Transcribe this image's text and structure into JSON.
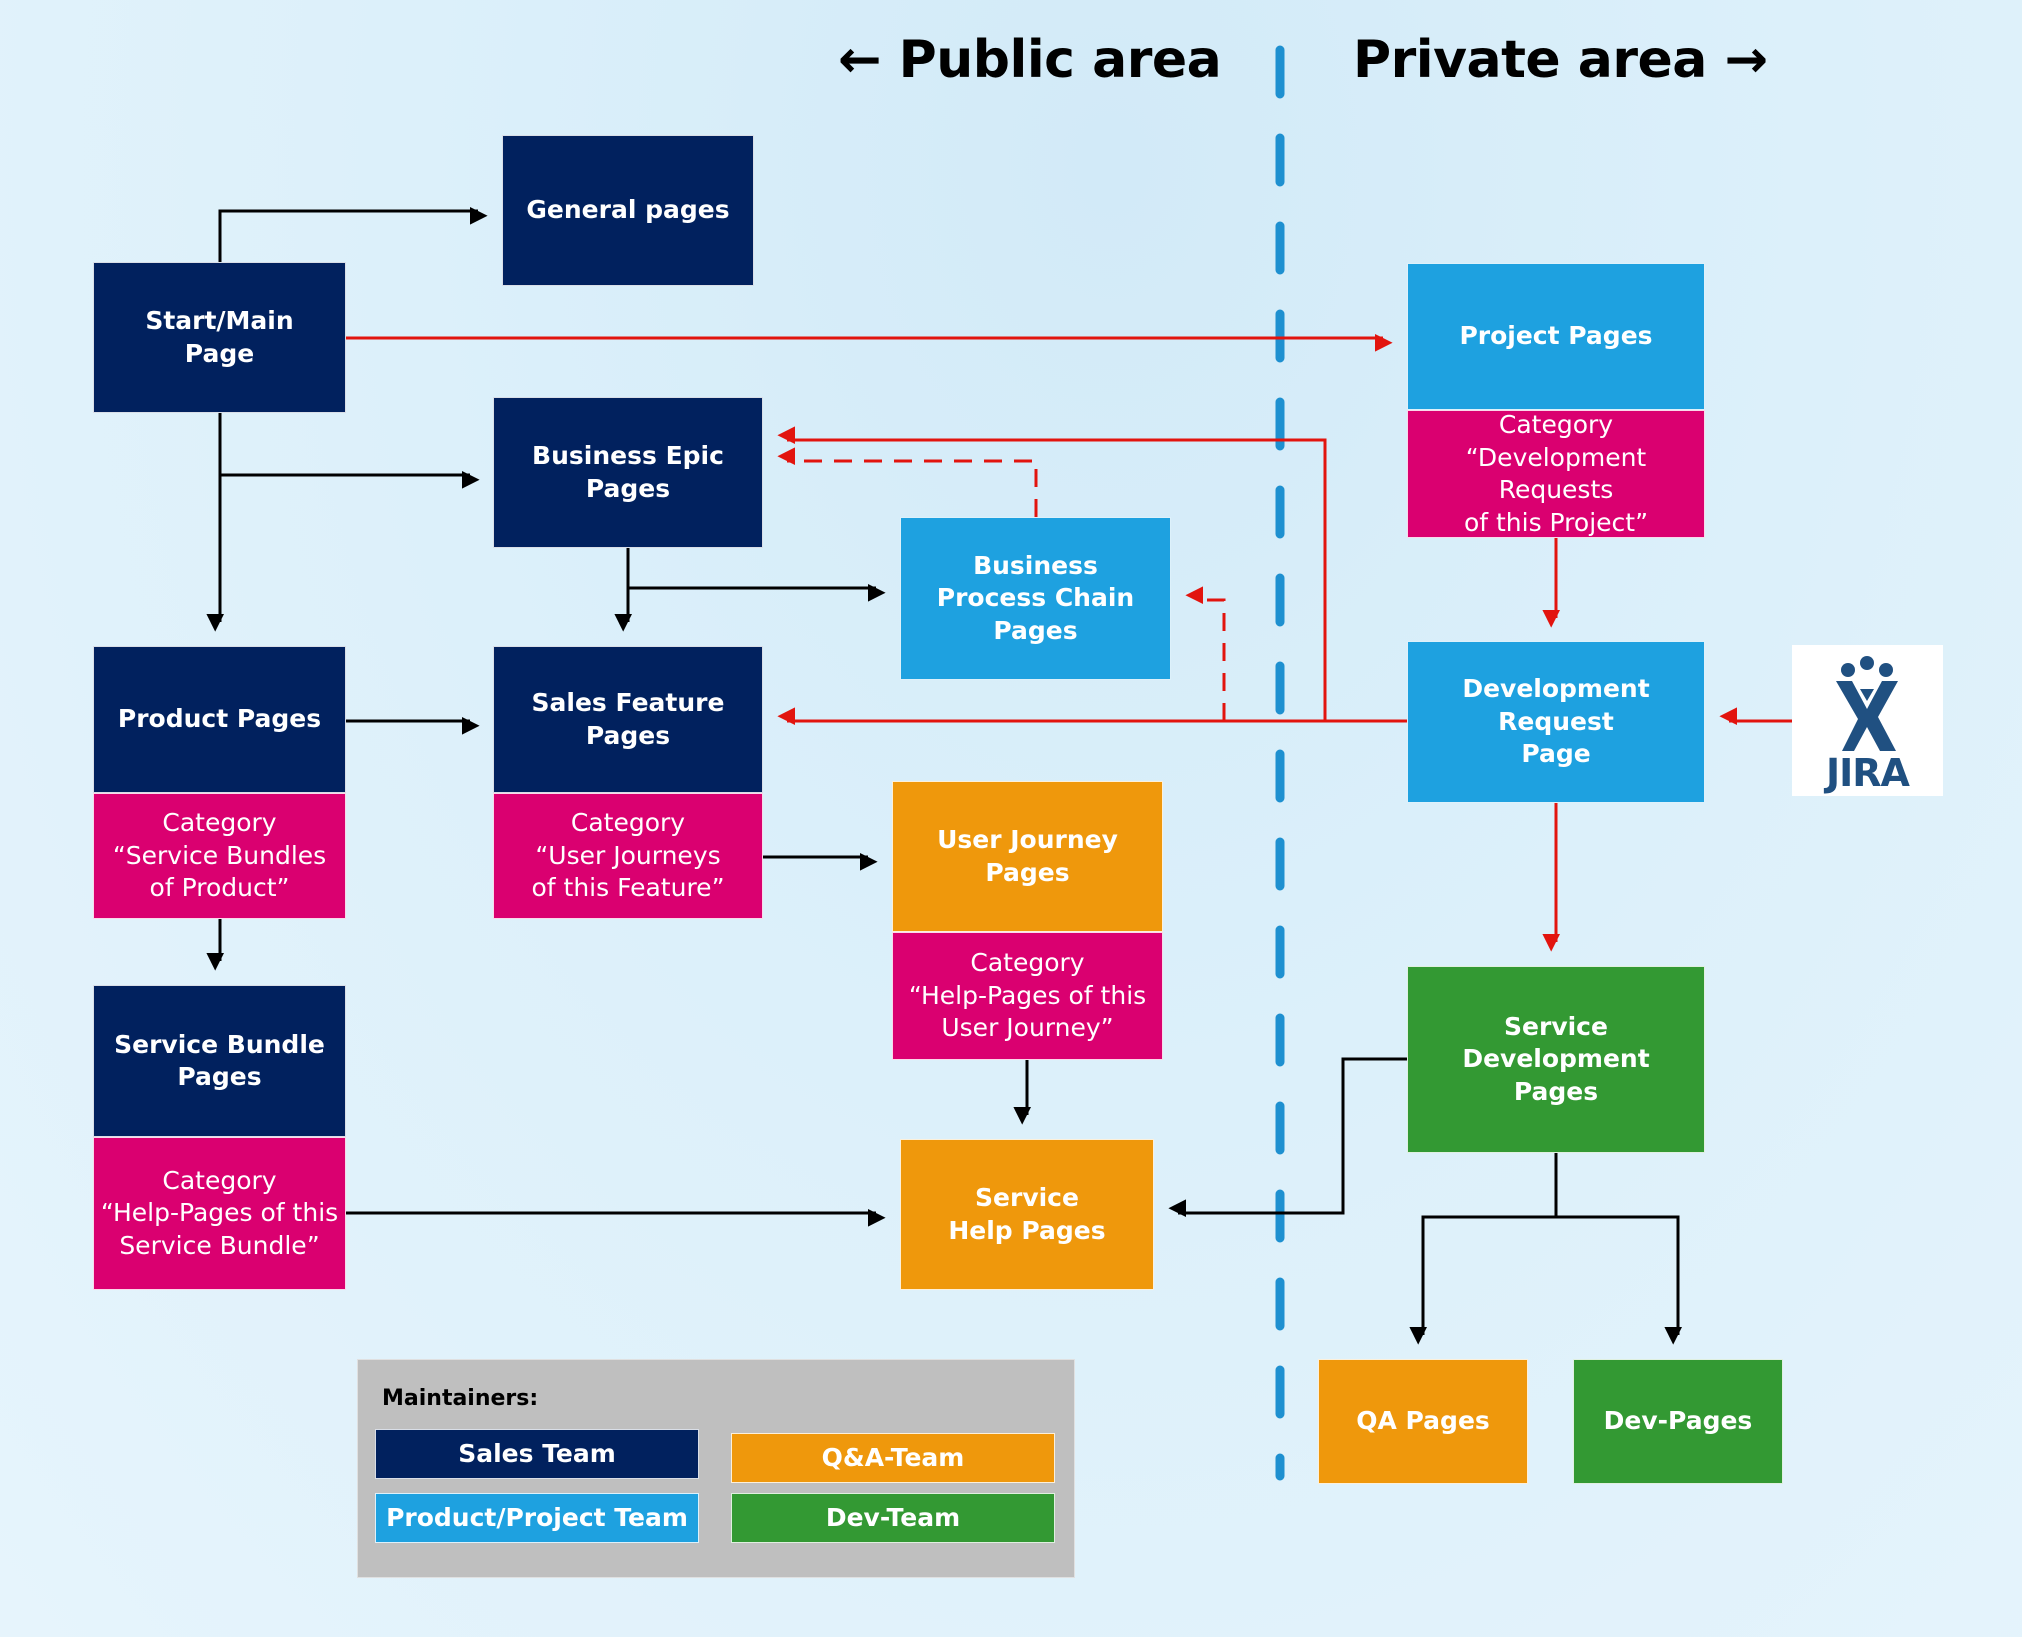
{
  "headers": {
    "public": "← Public area",
    "private": "Private area →"
  },
  "nodes": {
    "general_pages": "General pages",
    "start_main": "Start/Main\nPage",
    "business_epic": "Business Epic\nPages",
    "business_process_chain": "Business\nProcess Chain\nPages",
    "product_pages": "Product Pages",
    "product_category": "Category\n“Service Bundles\nof Product”",
    "sales_feature": "Sales Feature\nPages",
    "sales_feature_category": "Category\n“User Journeys\nof this Feature”",
    "user_journey": "User Journey Pages",
    "user_journey_category": "Category\n“Help-Pages of this\nUser Journey”",
    "service_bundle": "Service Bundle\nPages",
    "service_bundle_category": "Category\n“Help-Pages of this\nService Bundle”",
    "service_help": "Service\nHelp Pages",
    "project_pages": "Project Pages",
    "project_category": "Category\n“Development Requests\nof this Project”",
    "dev_request": "Development Request\nPage",
    "service_dev": "Service Development\nPages",
    "qa_pages": "QA Pages",
    "dev_pages": "Dev-Pages",
    "jira_logo": "JIRA"
  },
  "legend": {
    "title": "Maintainers:",
    "items": [
      {
        "label": "Sales Team",
        "color": "#01215e"
      },
      {
        "label": "Q&A-Team",
        "color": "#ef980c"
      },
      {
        "label": "Product/Project Team",
        "color": "#1ea1e0"
      },
      {
        "label": "Dev-Team",
        "color": "#339933"
      }
    ]
  },
  "colors": {
    "sales": "#01215e",
    "product_project": "#1ea1e0",
    "qa": "#ef980c",
    "dev": "#339933",
    "category": "#da0070",
    "private_link": "#e2140e",
    "divider": "#1e90d0"
  }
}
